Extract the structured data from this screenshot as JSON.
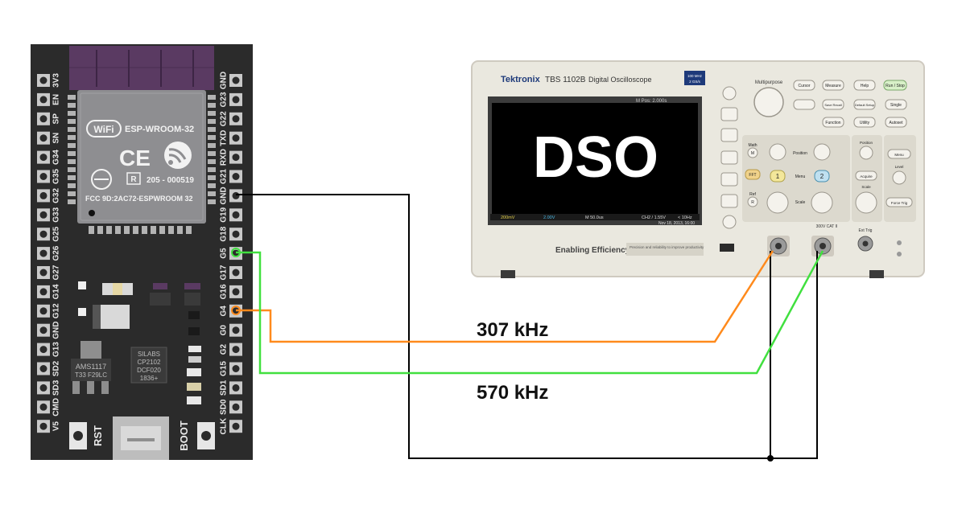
{
  "board": {
    "module_name": "ESP-WROOM-32",
    "wifi_logo": "WiFi",
    "ce_mark": "CE",
    "cert_code": "205 - 000519",
    "fcc_id": "FCC 9D:2AC72-ESPWROOM 32",
    "regulator_label": "AMS1117",
    "regulator_code": "T33 F29LC",
    "usb_chip_lines": [
      "SILABS",
      "CP2102",
      "DCF020",
      "1836+"
    ],
    "button_rst": "RST",
    "button_boot": "BOOT",
    "left_pins": [
      "3V3",
      "EN",
      "SP",
      "SN",
      "G34",
      "G35",
      "G32",
      "G33",
      "G25",
      "G26",
      "G27",
      "G14",
      "G12",
      "GND",
      "G13",
      "SD2",
      "SD3",
      "CMD",
      "V5"
    ],
    "right_pins": [
      "GND",
      "G23",
      "G22",
      "TXD",
      "RXD",
      "G21",
      "GND",
      "G19",
      "G18",
      "G5",
      "G17",
      "G16",
      "G4",
      "G0",
      "G2",
      "G15",
      "SD1",
      "SD0",
      "CLK"
    ]
  },
  "scope": {
    "brand": "Tektronix",
    "model": "TBS 1102B",
    "model_desc": "Digital Oscilloscope",
    "spec_badge": [
      "100 MHz",
      "2 GS/s"
    ],
    "screen_label": "DSO",
    "screen_top_status": "M Pos: 2.000s",
    "ch1_scale": "200mV",
    "ch2_scale": "2.00V",
    "time_scale": "M 50.0us",
    "trigger_readout": "CH2 / 1.55V",
    "freq_readout": "< 10Hz",
    "date_readout": "Nov 18, 2013, 16:00",
    "tagline": "Enabling Efficiency",
    "tagline_note": "Precision and reliability to improve productivity",
    "buttons": {
      "multipurpose": "Multipurpose",
      "cursor": "Cursor",
      "measure": "Measure",
      "help": "Help",
      "run_stop": "Run / Stop",
      "save_recall": "Save Recall",
      "default_setup": "Default Setup",
      "single": "Single",
      "function": "Function",
      "utility": "Utility",
      "autoset": "Autoset",
      "math": "Math",
      "m": "M",
      "fft": "FFT",
      "ch1": "1",
      "ch2": "2",
      "ref": "Ref",
      "r": "R",
      "menu_vert": "Menu",
      "position": "Position",
      "scale": "Scale",
      "horiz_position": "Position",
      "acquire": "Acquire",
      "horiz_scale": "Scale",
      "trig_menu": "Menu",
      "level": "Level",
      "force_trig": "Force Trig",
      "ext_trig": "Ext Trig",
      "cat_label": "300V CAT II"
    }
  },
  "signals": {
    "g4_freq": "307 kHz",
    "g5_freq": "570 kHz"
  },
  "colors": {
    "board": "#2b2b2b",
    "module": "#8e8e91",
    "header": "#5a3a62",
    "scope_body": "#eae8df",
    "screen": "#000000",
    "wire_orange": "#ff8a1c",
    "wire_green": "#41e03f",
    "wire_black": "#000000"
  }
}
